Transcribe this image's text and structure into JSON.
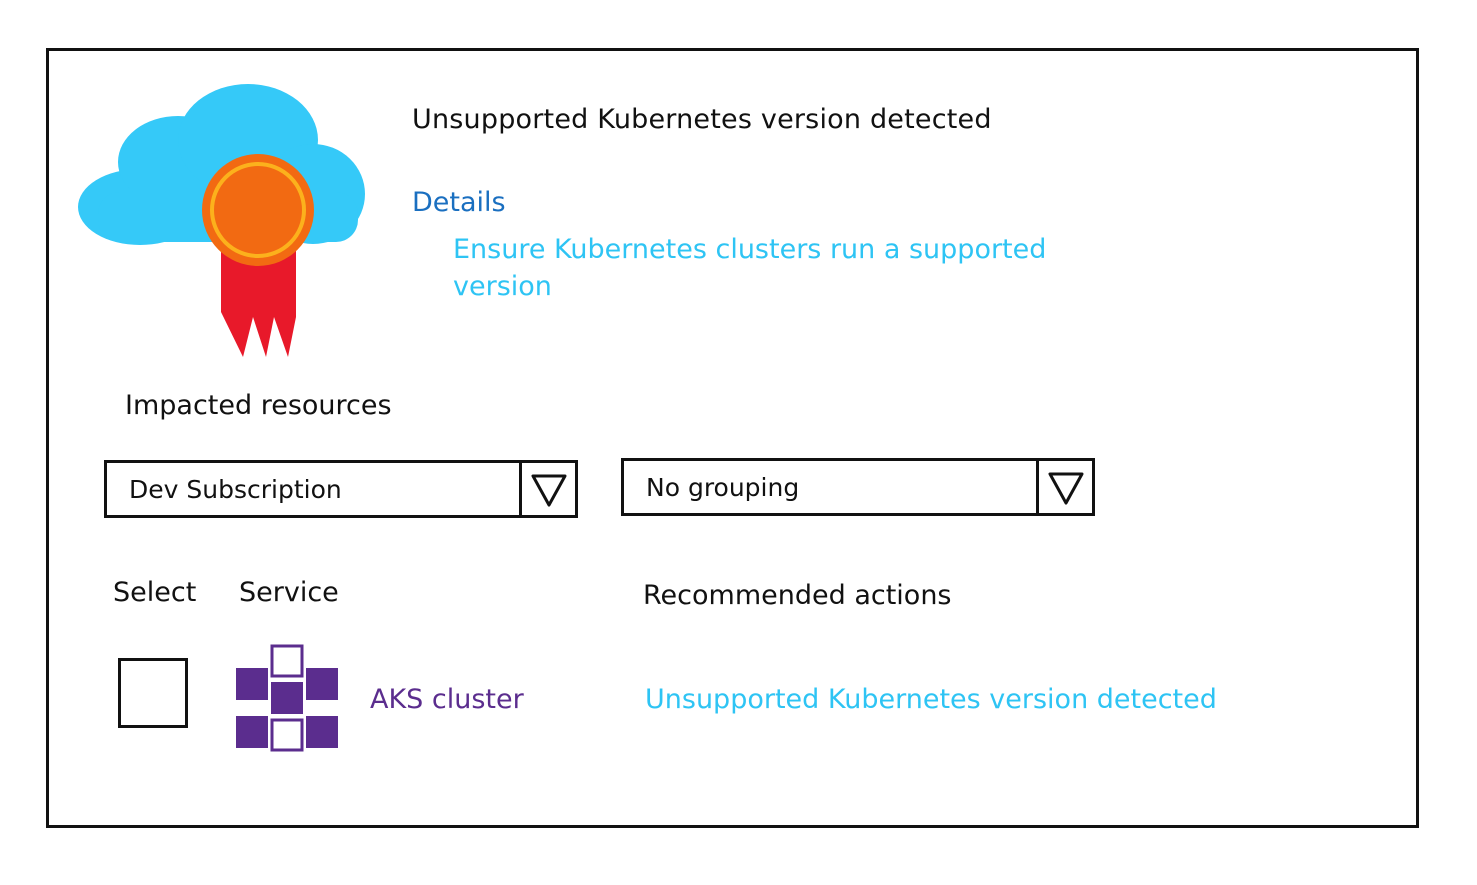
{
  "header": {
    "title": "Unsupported Kubernetes version detected",
    "icon": "cloud-certificate-icon"
  },
  "details": {
    "label": "Details",
    "link_text": "Ensure Kubernetes clusters run a supported version"
  },
  "impacted": {
    "heading": "Impacted resources",
    "subscription_dropdown": {
      "value": "Dev Subscription",
      "icon": "triangle-down-icon"
    },
    "grouping_dropdown": {
      "value": "No grouping",
      "icon": "triangle-down-icon"
    }
  },
  "table": {
    "columns": {
      "select": "Select",
      "service": "Service",
      "actions": "Recommended actions"
    },
    "rows": [
      {
        "checked": false,
        "service_icon": "aks-cluster-icon",
        "service": "AKS cluster",
        "action": "Unsupported Kubernetes version detected"
      }
    ]
  },
  "colors": {
    "link_blue": "#2ec4f4",
    "label_blue": "#1a6fc0",
    "aks_purple": "#5b2d8e",
    "cloud": "#35c9f8",
    "badge_orange": "#f26a12",
    "ribbon_red": "#e8192a"
  }
}
